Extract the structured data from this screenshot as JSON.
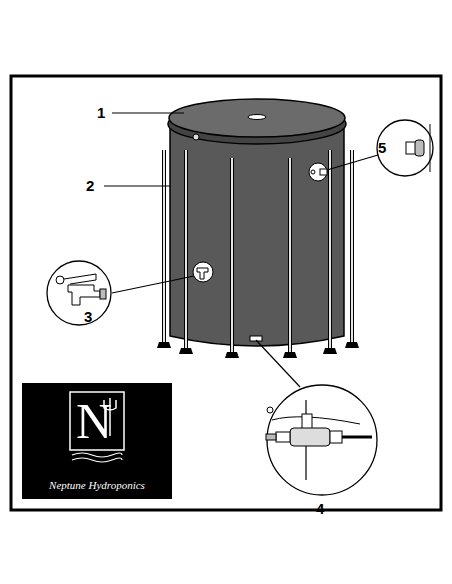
{
  "diagram": {
    "labels": [
      "1",
      "5",
      "2",
      "3",
      "4",
      "N",
      "Neptune Hydroponics"
    ]
  }
}
